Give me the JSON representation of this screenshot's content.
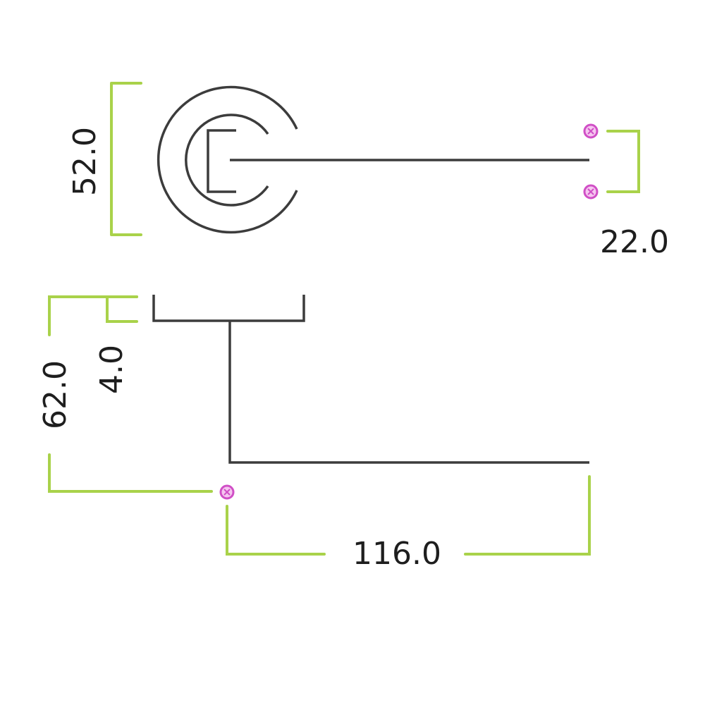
{
  "dimensions": {
    "rose_diameter": "52.0",
    "fixing_spacing": "22.0",
    "rose_thickness": "4.0",
    "lever_height": "62.0",
    "lever_length": "116.0"
  },
  "colors": {
    "part_stroke": "#3c3c3c",
    "dimension_line": "#a9d24a",
    "fixing_marker": "#d04fc6",
    "label_text": "#1e1e1e"
  },
  "icons": [
    "fixing-point-marker"
  ]
}
